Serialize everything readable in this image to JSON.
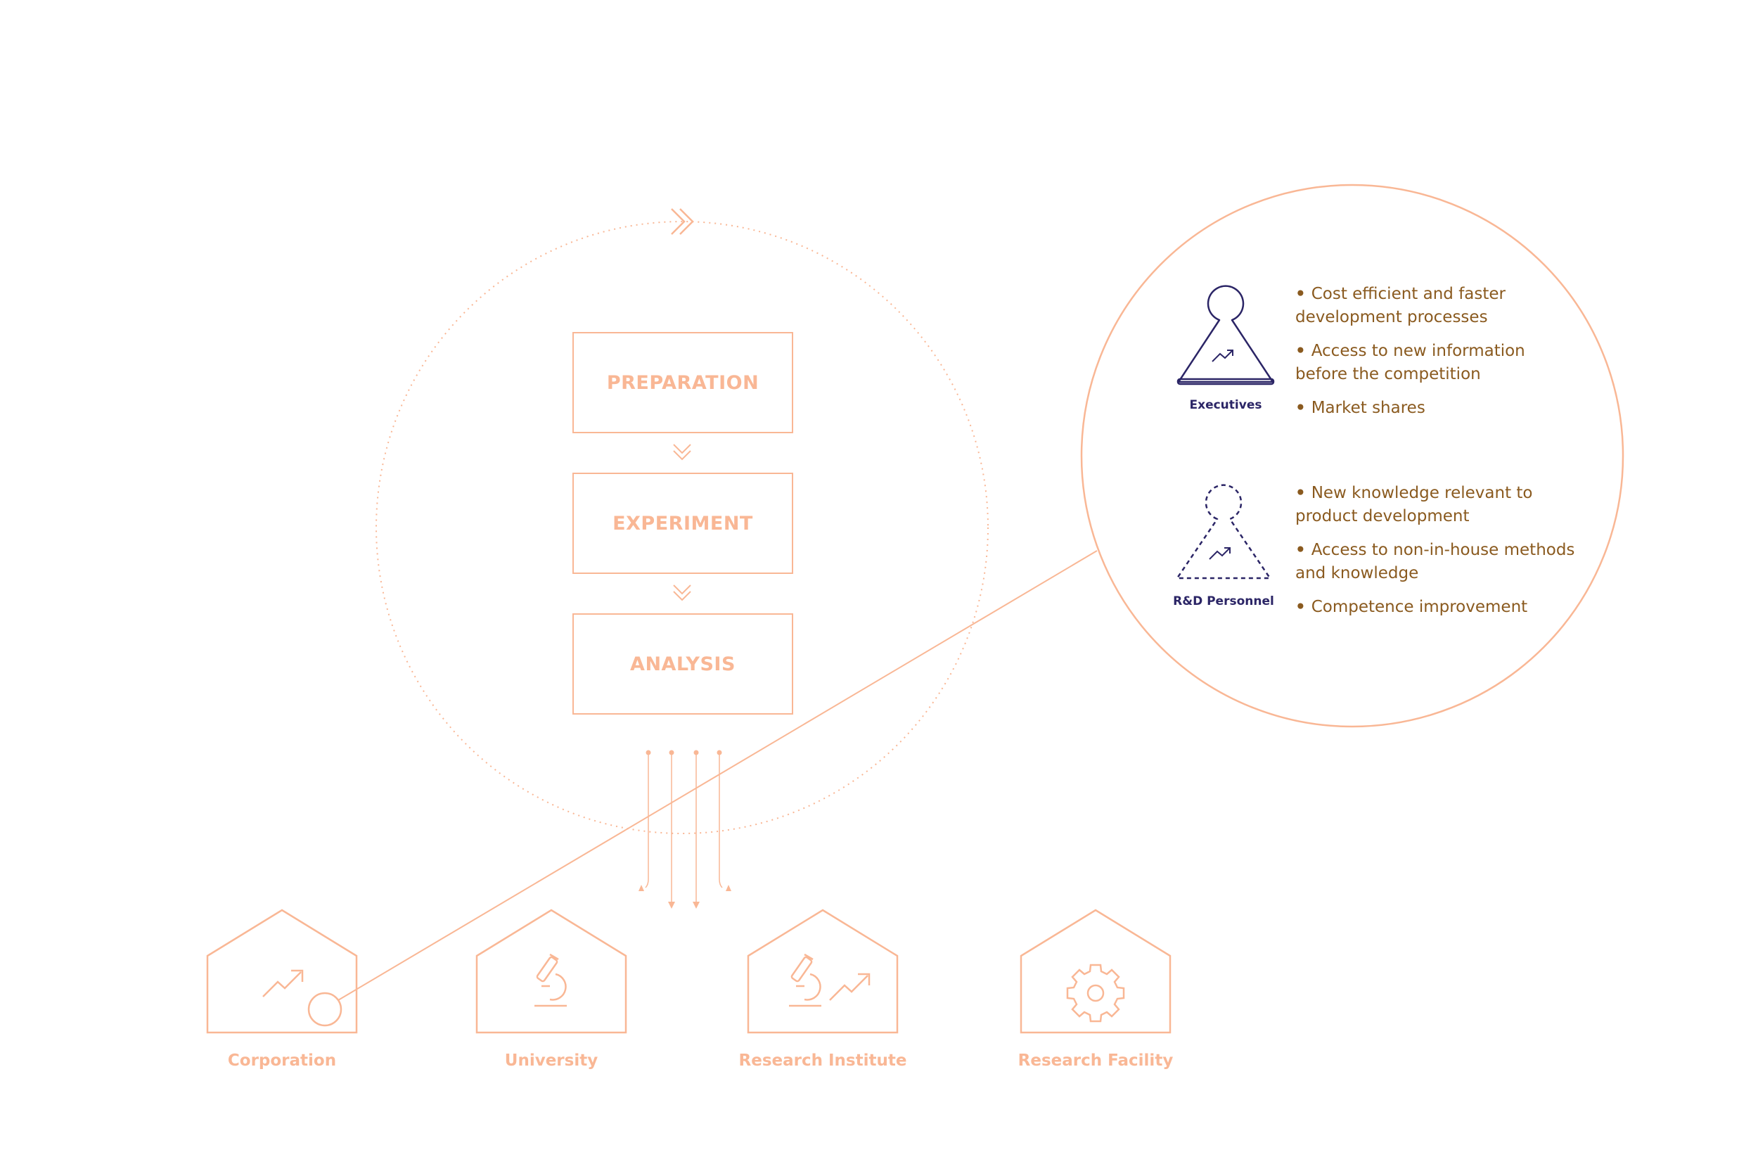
{
  "steps": [
    {
      "label": "PREPARATION"
    },
    {
      "label": "EXPERIMENT"
    },
    {
      "label": "ANALYSIS"
    }
  ],
  "institutions": [
    {
      "label": "Corporation",
      "icon": "trend-arrow-icon"
    },
    {
      "label": "University",
      "icon": "microscope-icon"
    },
    {
      "label": "Research Institute",
      "icon": "microscope-trend-icon"
    },
    {
      "label": "Research Facility",
      "icon": "gear-icon"
    }
  ],
  "roles": [
    {
      "label": "Executives",
      "icon": "pawn-trend-icon",
      "benefits": [
        "Cost efficient and faster development processes",
        "Access to new information before the competition",
        "Market shares"
      ]
    },
    {
      "label": "R&D Personnel",
      "icon": "dashed-pawn-trend-icon",
      "benefits": [
        "New knowledge relevant to product development",
        "Access to non-in-house methods and knowledge",
        "Competence improvement"
      ]
    }
  ],
  "colors": {
    "accent": "#f9b795",
    "navy": "#2b2566",
    "text_brown": "#8a5a1f"
  }
}
